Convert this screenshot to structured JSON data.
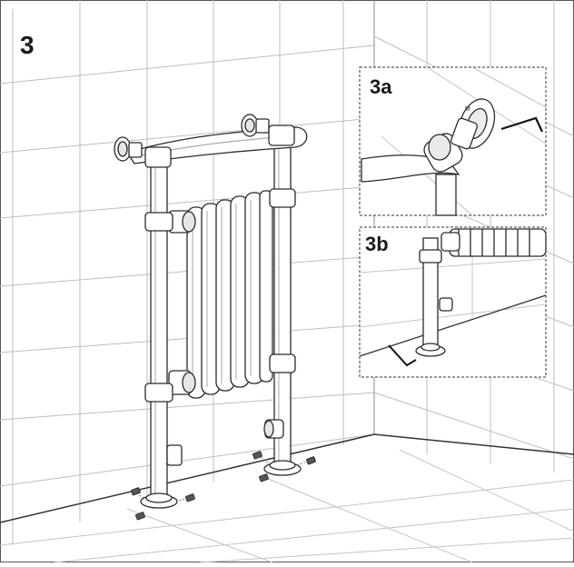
{
  "step": {
    "main_label": "3",
    "inset_a_label": "3a",
    "inset_b_label": "3b",
    "flange_mark": "M"
  },
  "colors": {
    "line": "#2a2a2a",
    "light_line": "#b8b8b8",
    "fill": "#ffffff",
    "shade": "#d9d9d9"
  }
}
